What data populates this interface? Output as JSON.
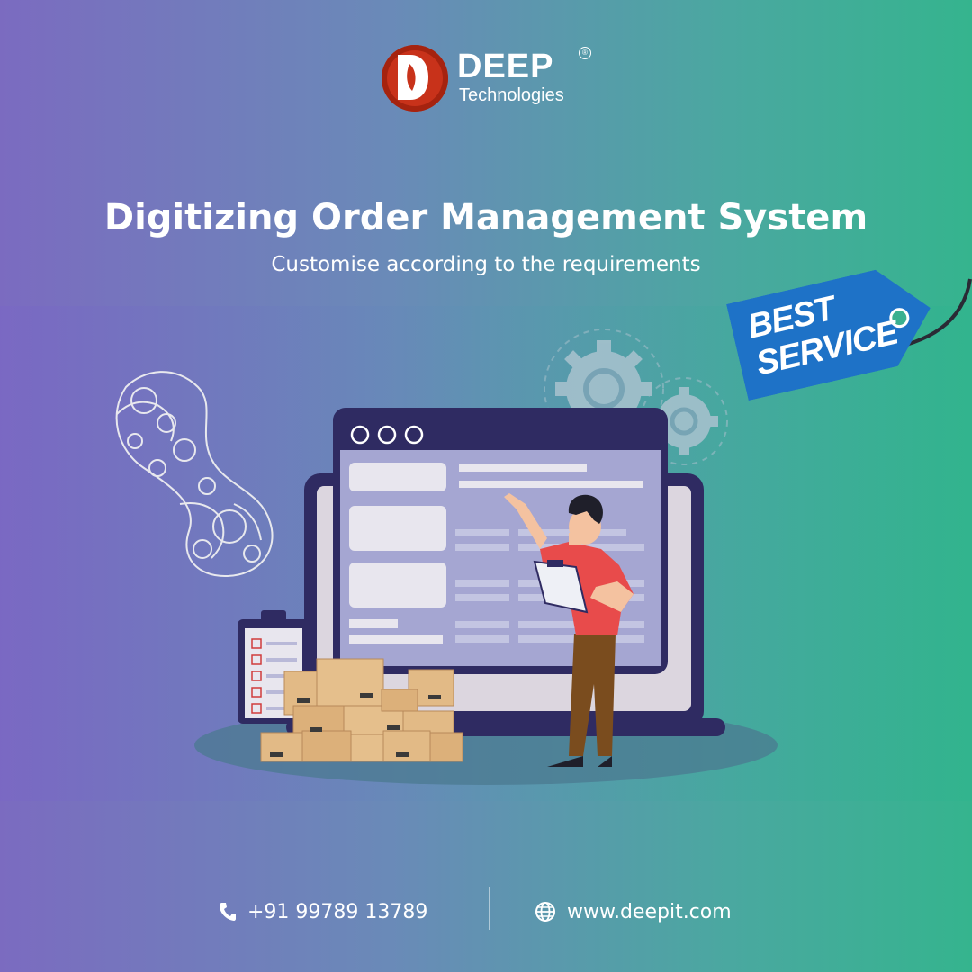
{
  "brand": {
    "name": "DEEP",
    "sub": "Technologies",
    "registered": "®"
  },
  "headline": "Digitizing Order Management System",
  "subheadline": "Customise according to the requirements",
  "tag": {
    "line1": "BEST",
    "line2": "SERVICE"
  },
  "contact": {
    "phone": "+91 99789 13789",
    "website": "www.deepit.com"
  },
  "icons": [
    "phone-icon",
    "globe-icon",
    "gear-icon",
    "checkbox-icon",
    "lace-ornament-icon"
  ],
  "colors": {
    "brand_red": "#c8321a",
    "tag_blue": "#1e72c7",
    "bg_left": "#7b6bc0",
    "bg_right": "#35b48e"
  }
}
